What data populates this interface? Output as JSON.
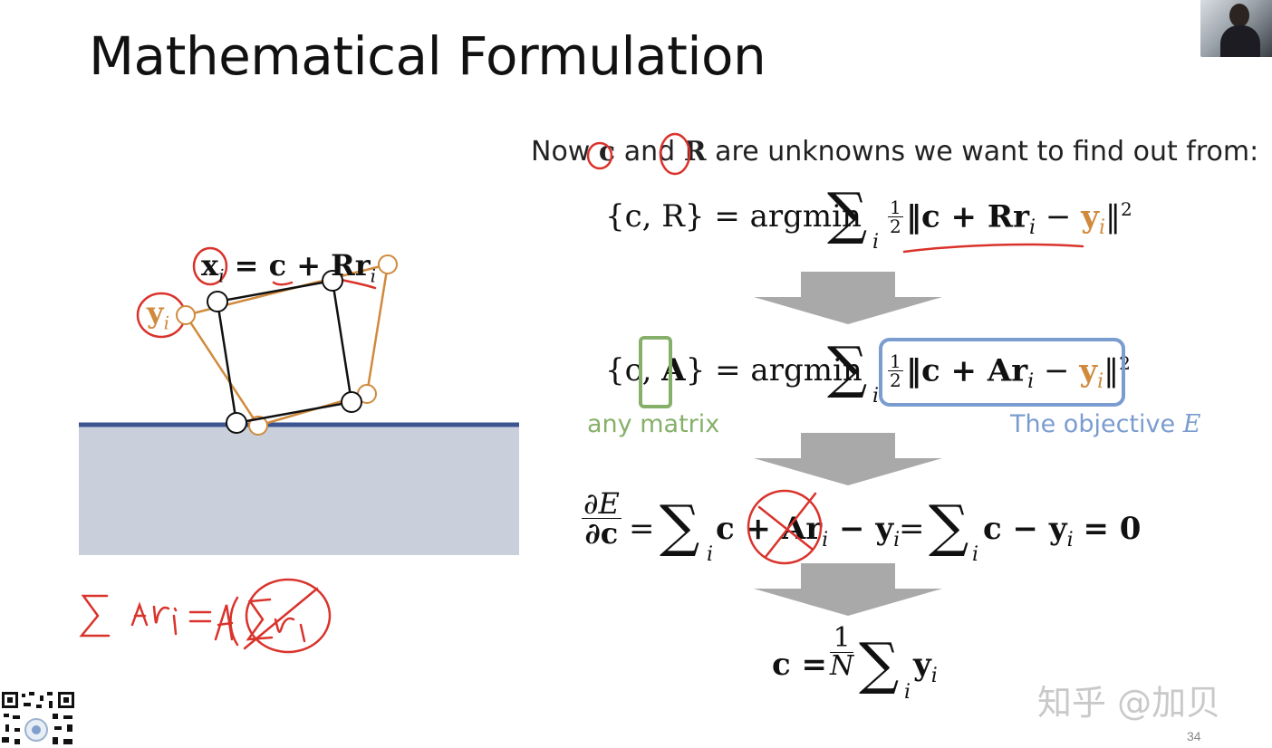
{
  "slide": {
    "title": "Mathematical Formulation",
    "intro_before": "Now ",
    "intro_c": "c",
    "intro_and": " and ",
    "intro_R": "R",
    "intro_after": " are unknowns we want to find out from:",
    "eq1_lhs": "{c, R} = argmin",
    "eq1_sub": "i",
    "eq1_body_a": "‖c + Rr",
    "eq1_body_b": " − ",
    "eq1_y": "y",
    "eq1_body_c": "‖",
    "eq2_lhs_a": "{c, ",
    "eq2_lhs_A": "A",
    "eq2_lhs_b": "} = argmin",
    "eq2_body_a": "‖c + Ar",
    "eq3_lhs_num": "∂E",
    "eq3_lhs_den": "∂c",
    "eq3_mid": "c + ",
    "eq3_crossed": "Ar",
    "eq3_right": " − y",
    "eq3_final": "c − y",
    "eq3_zero": "= 0",
    "eq4_lhs": "c =",
    "eq4_num": "1",
    "eq4_den": "N",
    "eq4_y": "y",
    "frac_num": "1",
    "frac_den": "2",
    "sub_i": "i",
    "sup_2": "2",
    "label_any": "any matrix",
    "label_objective": "The objective ",
    "label_E": "E",
    "diagram_eq_x": "x",
    "diagram_eq_rest": " = c + Rr",
    "diagram_y": "y",
    "handwritten_sum": "∑ Ar",
    "watermark": "知乎 @加贝",
    "page_number": "34"
  },
  "colors": {
    "orange": "#d08a3d",
    "ink_red": "#d9332b",
    "green_box": "#86b06a",
    "blue_box": "#7a9ccf",
    "ground_fill": "#c9d0dc",
    "ground_line": "#3c5590",
    "arrow_gray": "#a9a9a9"
  }
}
